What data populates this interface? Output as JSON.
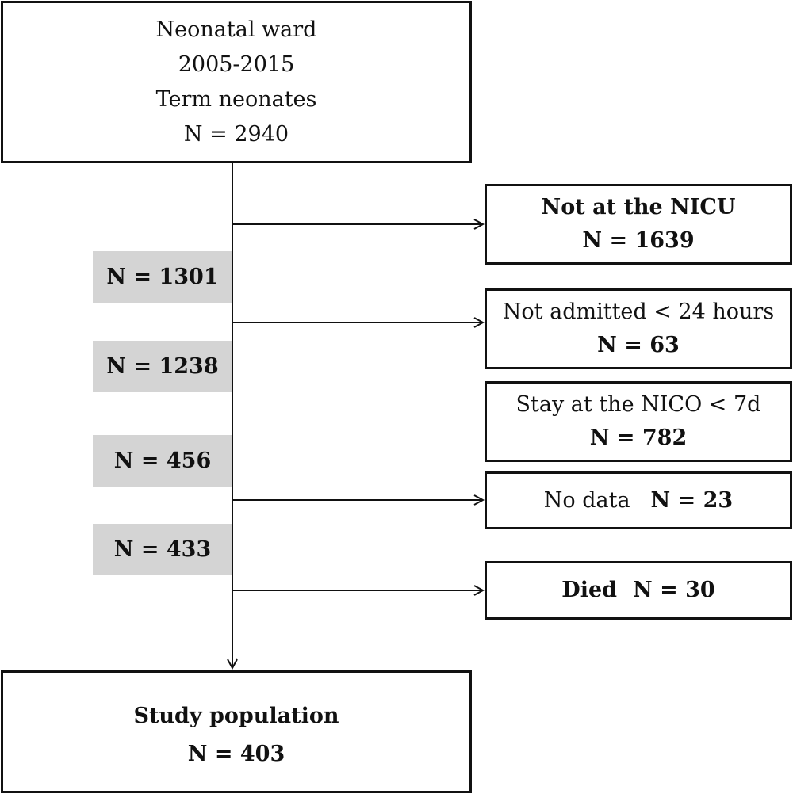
{
  "top_box": {
    "line1": "Neonatal ward",
    "line2": "2005-2015",
    "line3": "Term neonates",
    "line4": "N = 2940"
  },
  "remaining": {
    "r1": "N = 1301",
    "r2": "N = 1238",
    "r3": "N = 456",
    "r4": "N = 433"
  },
  "exclusions": {
    "e1_label": "Not at the NICU",
    "e1_count": "N = 1639",
    "e2_label": "Not admitted < 24 hours",
    "e2_count": "N = 63",
    "e3_label": "Stay at the NICO < 7d",
    "e3_count": "N = 782",
    "e4_label": "No data",
    "e4_count": "N = 23",
    "e5_label": "Died",
    "e5_count": "N = 30"
  },
  "final_box": {
    "title": "Study population",
    "count": "N = 403"
  }
}
